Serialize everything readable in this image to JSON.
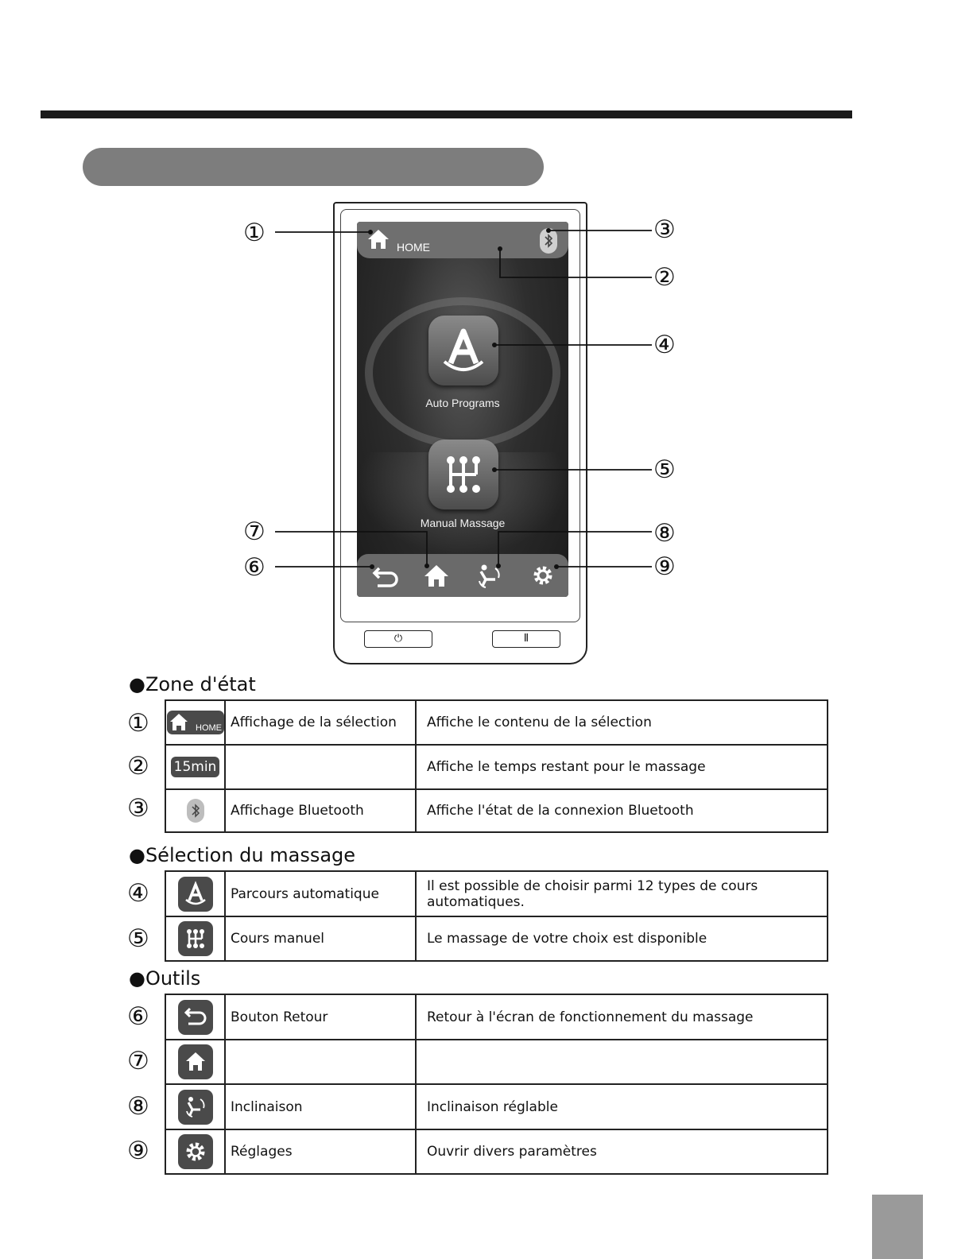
{
  "screen": {
    "status_title": "HOME",
    "auto_label": "Auto Programs",
    "manual_label": "Manual Massage"
  },
  "callouts": [
    "①",
    "②",
    "③",
    "④",
    "⑤",
    "⑥",
    "⑦",
    "⑧",
    "⑨"
  ],
  "status_zone": {
    "title": "●Zone d'état",
    "rows": [
      {
        "num": "①",
        "chip": "HOME",
        "name": "Affichage de la sélection",
        "desc": "Affiche le contenu de la sélection"
      },
      {
        "num": "②",
        "chip": "15min",
        "name": "",
        "desc": "Affiche le temps restant pour le massage"
      },
      {
        "num": "③",
        "chip": "",
        "name": "Affichage Bluetooth",
        "desc": "Affiche l'état de la connexion Bluetooth"
      }
    ]
  },
  "massage_selection": {
    "title": "●Sélection du massage",
    "rows": [
      {
        "num": "④",
        "name": "Parcours automatique",
        "desc": "Il est possible de choisir parmi 12 types de cours automatiques."
      },
      {
        "num": "⑤",
        "name": "Cours manuel",
        "desc": "Le massage de votre choix est disponible"
      }
    ]
  },
  "tools": {
    "title": "●Outils",
    "rows": [
      {
        "num": "⑥",
        "name": "Bouton Retour",
        "desc": "Retour à l'écran de fonctionnement du massage"
      },
      {
        "num": "⑦",
        "name": "",
        "desc": ""
      },
      {
        "num": "⑧",
        "name": "Inclinaison",
        "desc": "Inclinaison réglable"
      },
      {
        "num": "⑨",
        "name": "Réglages",
        "desc": "Ouvrir divers paramètres"
      }
    ]
  },
  "colors": {
    "icon_bg": "#4a4a4a",
    "header_pill": "#7d7d7d",
    "rule": "#1a1a1a"
  }
}
